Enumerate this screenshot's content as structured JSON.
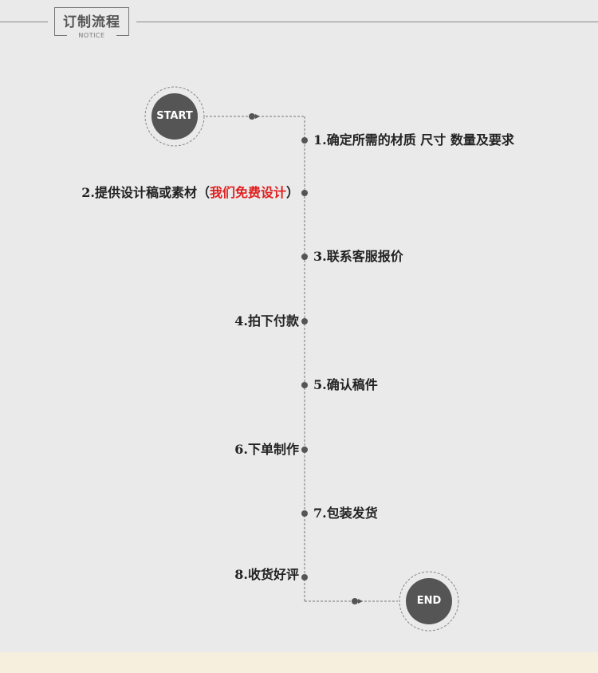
{
  "header": {
    "title": "订制流程",
    "subtitle": "NOTICE"
  },
  "flow": {
    "start_label": "START",
    "end_label": "END",
    "steps": [
      {
        "label": "1.确定所需的材质 尺寸 数量及要求",
        "side": "right"
      },
      {
        "label": "2.提供设计稿或素材（",
        "highlight": "我们免费设计",
        "suffix": "）",
        "side": "left"
      },
      {
        "label": "3.联系客服报价",
        "side": "right"
      },
      {
        "label": "4.拍下付款",
        "side": "left"
      },
      {
        "label": "5.确认稿件",
        "side": "right"
      },
      {
        "label": "6.下单制作",
        "side": "left"
      },
      {
        "label": "7.包装发货",
        "side": "right"
      },
      {
        "label": "8.收货好评",
        "side": "left"
      }
    ]
  },
  "colors": {
    "background": "#eaeaea",
    "node": "#555555",
    "line": "#777777",
    "highlight": "#e02020",
    "footer": "#f6efde"
  }
}
